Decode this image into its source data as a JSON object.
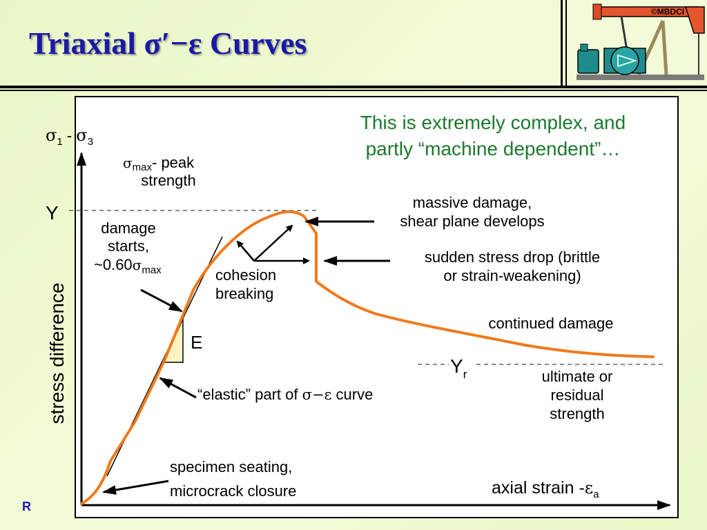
{
  "slide": {
    "title": "Triaxial σ′−ε Curves",
    "footer_letter": "R"
  },
  "logo": {
    "text": "©MBDCI"
  },
  "diagram": {
    "note_line1": "This is extremely complex, and",
    "note_line2": "partly “machine dependent”…",
    "y_axis_top": {
      "sigma": "σ",
      "sub1": "1",
      "dash": " - ",
      "sigma2": "σ",
      "sub3": "3"
    },
    "y_axis_label": "stress difference",
    "x_axis_label": "axial strain -",
    "x_axis_symbol": "ε",
    "x_axis_sub": "a",
    "Y_label": "Y",
    "Yr_label": "Y",
    "Yr_sub": "r",
    "E_label": "E",
    "sigma_max": {
      "sigma": "σ",
      "sub": "max",
      "suffix": "- peak",
      "line2": "strength"
    },
    "damage_starts": {
      "line1": "damage",
      "line2": "starts,",
      "line3_prefix": "~0.60",
      "sigma": "σ",
      "sub": "max"
    },
    "cohesion": {
      "line1": "cohesion",
      "line2": "breaking"
    },
    "massive": {
      "line1": "massive damage,",
      "line2": "shear plane develops"
    },
    "sudden": {
      "line1": "sudden stress drop (brittle",
      "line2": "or strain-weakening)"
    },
    "continued": "continued damage",
    "ultimate": {
      "line1": "ultimate or",
      "line2": "residual",
      "line3": "strength"
    },
    "elastic": {
      "prefix": "“elastic” part of ",
      "symbol": "σ−ε",
      "suffix": " curve"
    },
    "seating": {
      "line1": "specimen seating,",
      "line2": "microcrack closure"
    },
    "colors": {
      "curve": "#f07a1a",
      "note": "#1b7a2c",
      "title": "#1a1aa6",
      "triangle": "#fbf3c4"
    }
  }
}
